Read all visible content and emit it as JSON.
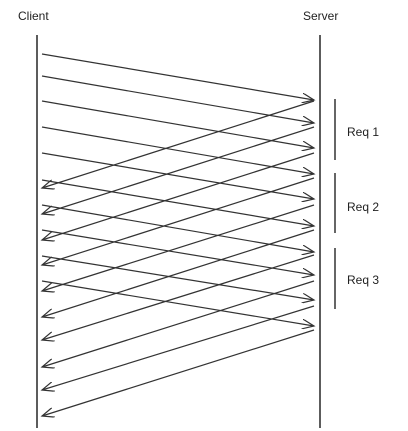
{
  "participants": {
    "client": "Client",
    "server": "Server"
  },
  "requests": [
    {
      "label": "Req 1"
    },
    {
      "label": "Req 2"
    },
    {
      "label": "Req 3"
    }
  ],
  "messages": [
    {
      "from": "client",
      "to": "server"
    },
    {
      "from": "client",
      "to": "server"
    },
    {
      "from": "client",
      "to": "server"
    },
    {
      "from": "client",
      "to": "server"
    },
    {
      "from": "client",
      "to": "server"
    },
    {
      "from": "client",
      "to": "server"
    },
    {
      "from": "client",
      "to": "server"
    },
    {
      "from": "client",
      "to": "server"
    },
    {
      "from": "client",
      "to": "server"
    },
    {
      "from": "client",
      "to": "server"
    },
    {
      "from": "server",
      "to": "client"
    },
    {
      "from": "server",
      "to": "client"
    },
    {
      "from": "server",
      "to": "client"
    },
    {
      "from": "server",
      "to": "client"
    },
    {
      "from": "server",
      "to": "client"
    },
    {
      "from": "server",
      "to": "client"
    },
    {
      "from": "server",
      "to": "client"
    },
    {
      "from": "server",
      "to": "client"
    },
    {
      "from": "server",
      "to": "client"
    },
    {
      "from": "server",
      "to": "client"
    }
  ],
  "colors": {
    "line": "#333333",
    "text": "#222222",
    "background": "#ffffff"
  }
}
